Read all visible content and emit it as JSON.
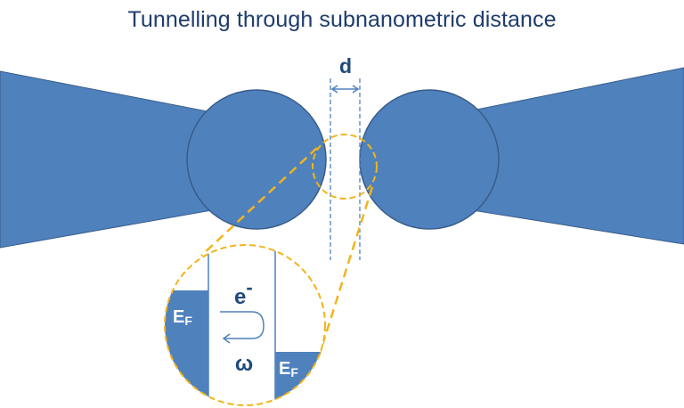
{
  "title": "Tunnelling through subnanometric distance",
  "gap_label": "d",
  "electron_label": "e",
  "electron_charge": "-",
  "frequency_label": "ω",
  "fermi_left": {
    "main": "E",
    "sub": "F"
  },
  "fermi_right": {
    "main": "E",
    "sub": "F"
  },
  "colors": {
    "electrode": "#4f81bd",
    "electrode_edge": "#385d8a",
    "highlight": "#f2b41b",
    "dimension": "#4f81bd",
    "title": "#1f3c6e",
    "label_dark": "#1f497d",
    "label_light": "#ffffff"
  }
}
